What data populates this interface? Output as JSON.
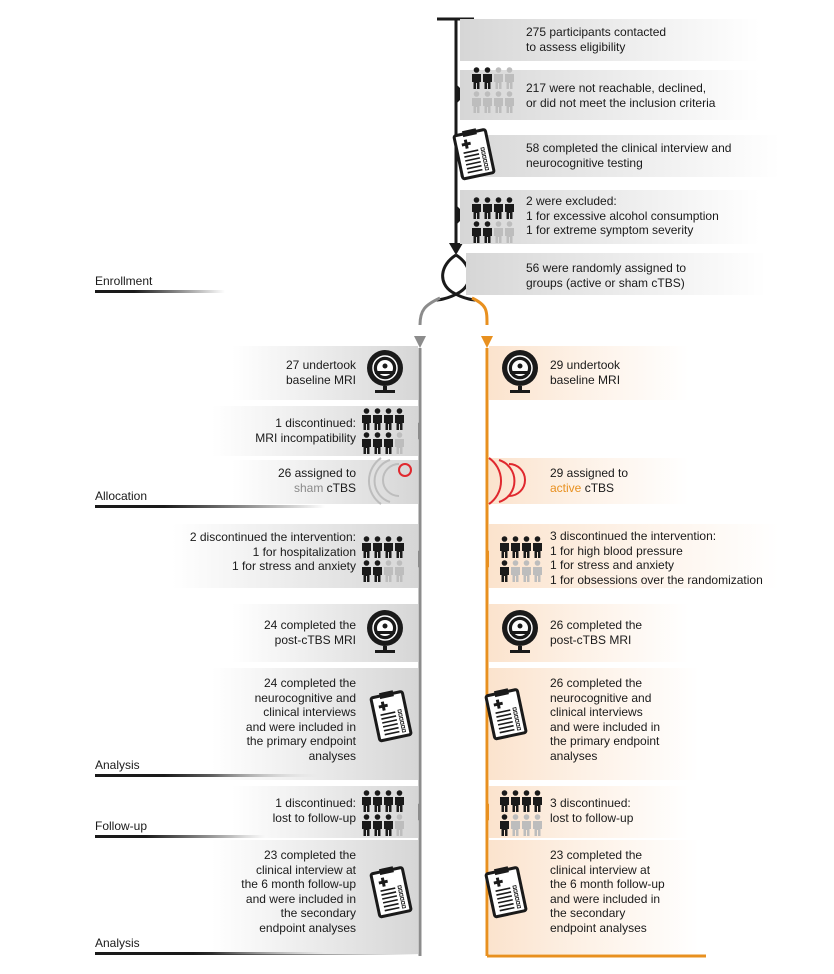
{
  "stages": {
    "enrollment": "Enrollment",
    "allocation": "Allocation",
    "analysis_primary": "Analysis",
    "follow_up": "Follow-up",
    "analysis_secondary": "Analysis"
  },
  "enrollment": {
    "contacted": [
      "275 participants contacted",
      "to assess eligibility"
    ],
    "not_eligible": [
      "217 were not reachable, declined,",
      "or did not meet the inclusion criteria"
    ],
    "completed_interview": [
      "58 completed the clinical interview and",
      "neurocognitive testing"
    ],
    "excluded": [
      "2 were excluded:",
      "1 for excessive alcohol consumption",
      "1 for extreme symptom severity"
    ],
    "randomized": [
      "56 were randomly assigned to",
      "groups (active or sham cTBS)"
    ]
  },
  "sham": {
    "baseline_mri": [
      "27 undertook",
      "baseline MRI"
    ],
    "discontinued_mri": [
      "1 discontinued:",
      "MRI incompatibility"
    ],
    "assigned_prefix": "26 assigned to",
    "assigned_word": "sham",
    "assigned_suffix": " cTBS",
    "discontinued_intervention": [
      "2 discontinued the intervention:",
      "1 for hospitalization",
      "1 for stress and anxiety"
    ],
    "post_mri": [
      "24 completed the",
      "post-cTBS MRI"
    ],
    "primary": [
      "24 completed the",
      "neurocognitive and",
      "clinical interviews",
      "and were included in",
      "the primary endpoint",
      "analyses"
    ],
    "lost": [
      "1 discontinued:",
      "lost to follow-up"
    ],
    "secondary": [
      "23 completed the",
      "clinical interview at",
      "the 6 month follow-up",
      "and were included in",
      "the secondary",
      "endpoint analyses"
    ]
  },
  "active": {
    "baseline_mri": [
      "29 undertook",
      "baseline MRI"
    ],
    "assigned_prefix": "29 assigned to",
    "assigned_word": "active",
    "assigned_suffix": " cTBS",
    "discontinued_intervention": [
      "3 discontinued the intervention:",
      "1 for high blood pressure",
      "1 for stress and anxiety",
      "1 for obsessions over the randomization"
    ],
    "post_mri": [
      "26 completed the",
      "post-cTBS MRI"
    ],
    "primary": [
      "26 completed the",
      "neurocognitive and",
      "clinical interviews",
      "and were included in",
      "the primary endpoint",
      "analyses"
    ],
    "lost": [
      "3 discontinued:",
      "lost to follow-up"
    ],
    "secondary": [
      "23 completed the",
      "clinical interview at",
      "the 6 month follow-up",
      "and were included in",
      "the secondary",
      "endpoint analyses"
    ]
  },
  "colors": {
    "main_line": "#1a1a1a",
    "sham_line": "#8c8c8c",
    "active_line": "#e8901f",
    "ring_red": "#e0282e",
    "figure_dark": "#1a1a1a",
    "figure_light": "#bdbdbd"
  }
}
